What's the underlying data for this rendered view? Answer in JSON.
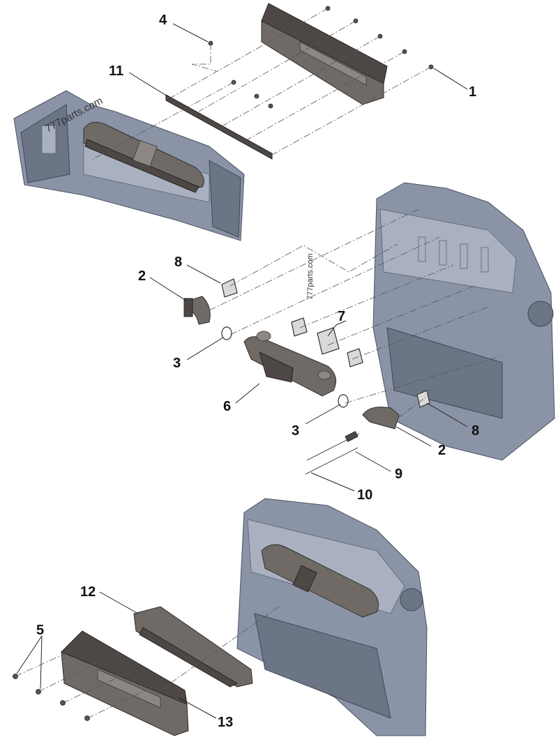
{
  "watermarks": {
    "top": "777parts.com",
    "middle": "777parts.com"
  },
  "callouts": [
    {
      "id": "c1",
      "label": "1"
    },
    {
      "id": "c2a",
      "label": "2"
    },
    {
      "id": "c2b",
      "label": "2"
    },
    {
      "id": "c3a",
      "label": "3"
    },
    {
      "id": "c3b",
      "label": "3"
    },
    {
      "id": "c4",
      "label": "4"
    },
    {
      "id": "c5",
      "label": "5"
    },
    {
      "id": "c6",
      "label": "6"
    },
    {
      "id": "c7",
      "label": "7"
    },
    {
      "id": "c8a",
      "label": "8"
    },
    {
      "id": "c8b",
      "label": "8"
    },
    {
      "id": "c9",
      "label": "9"
    },
    {
      "id": "c10",
      "label": "10"
    },
    {
      "id": "c11",
      "label": "11"
    },
    {
      "id": "c12",
      "label": "12"
    },
    {
      "id": "c13",
      "label": "13"
    }
  ],
  "colors": {
    "engine_block": "#8a94a6",
    "manifold_metal": "#6f6a66",
    "heat_shield": "#5a5552"
  }
}
